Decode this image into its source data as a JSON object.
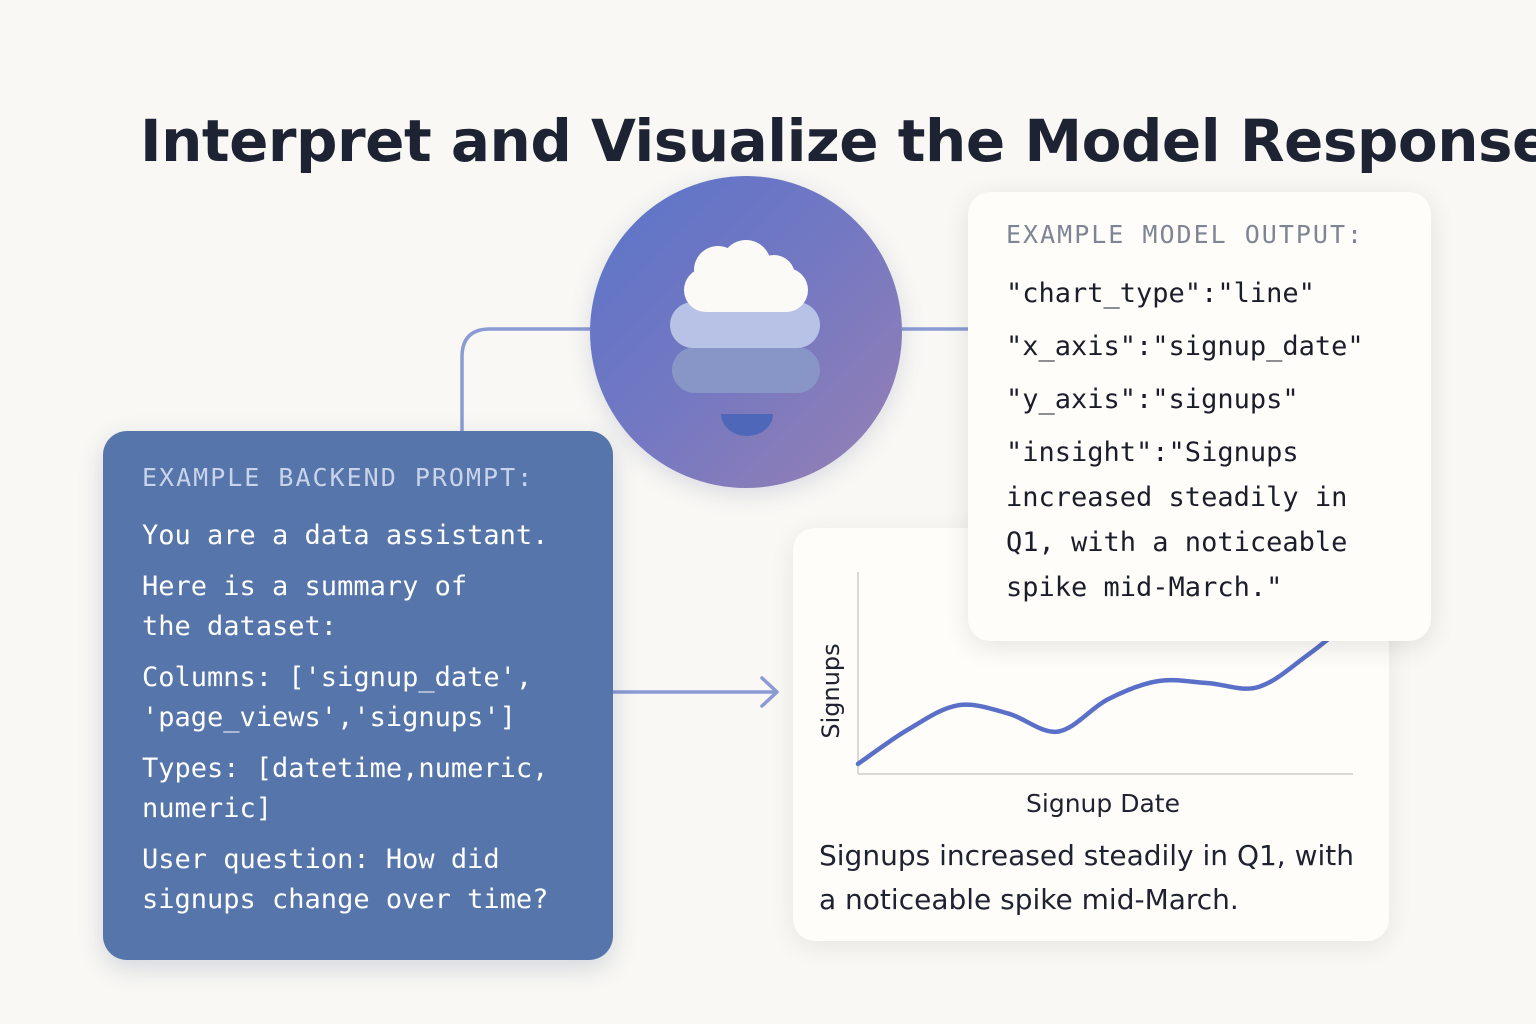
{
  "title": "Interpret and Visualize the Model Response",
  "model_node": {
    "icon": "cloud-layers-icon",
    "colors": {
      "gradient_start": "#5b74c9",
      "gradient_end": "#9780b3"
    }
  },
  "prompt_card": {
    "heading": "EXAMPLE BACKEND PROMPT:",
    "lines": [
      "You are a data assistant.",
      "Here is a summary of\nthe dataset:",
      "Columns: ['signup_date',\n'page_views','signups']",
      "Types: [datetime,numeric,\nnumeric]",
      "User question: How did\nsignups change over time?"
    ],
    "colors": {
      "background": "#5675ab",
      "heading": "#c9d4ea",
      "text": "#ffffff"
    }
  },
  "output_card": {
    "heading": "EXAMPLE MODEL OUTPUT:",
    "lines": [
      "\"chart_type\":\"line\"",
      "\"x_axis\":\"signup_date\"",
      "\"y_axis\":\"signups\"",
      "\"insight\":\"Signups\nincreased steadily in\nQ1, with a noticeable\nspike mid-March.\""
    ]
  },
  "chart_card": {
    "caption": "Signups increased steadily in Q1, with a noticeable spike mid-March.",
    "chart_data": {
      "type": "line",
      "xlabel": "Signup Date",
      "ylabel": "Signups",
      "x": [
        0,
        1,
        2,
        3,
        4,
        5,
        6,
        7,
        8,
        9,
        10
      ],
      "series": [
        {
          "values": [
            5,
            22,
            34,
            30,
            21,
            37,
            46,
            45,
            43,
            59,
            79
          ]
        }
      ],
      "xlim": [
        0,
        10
      ],
      "ylim": [
        0,
        100
      ],
      "grid": false,
      "ticks_shown": false,
      "line_color": "#5a6fc8"
    }
  },
  "connector_color": "#8b9bd3"
}
